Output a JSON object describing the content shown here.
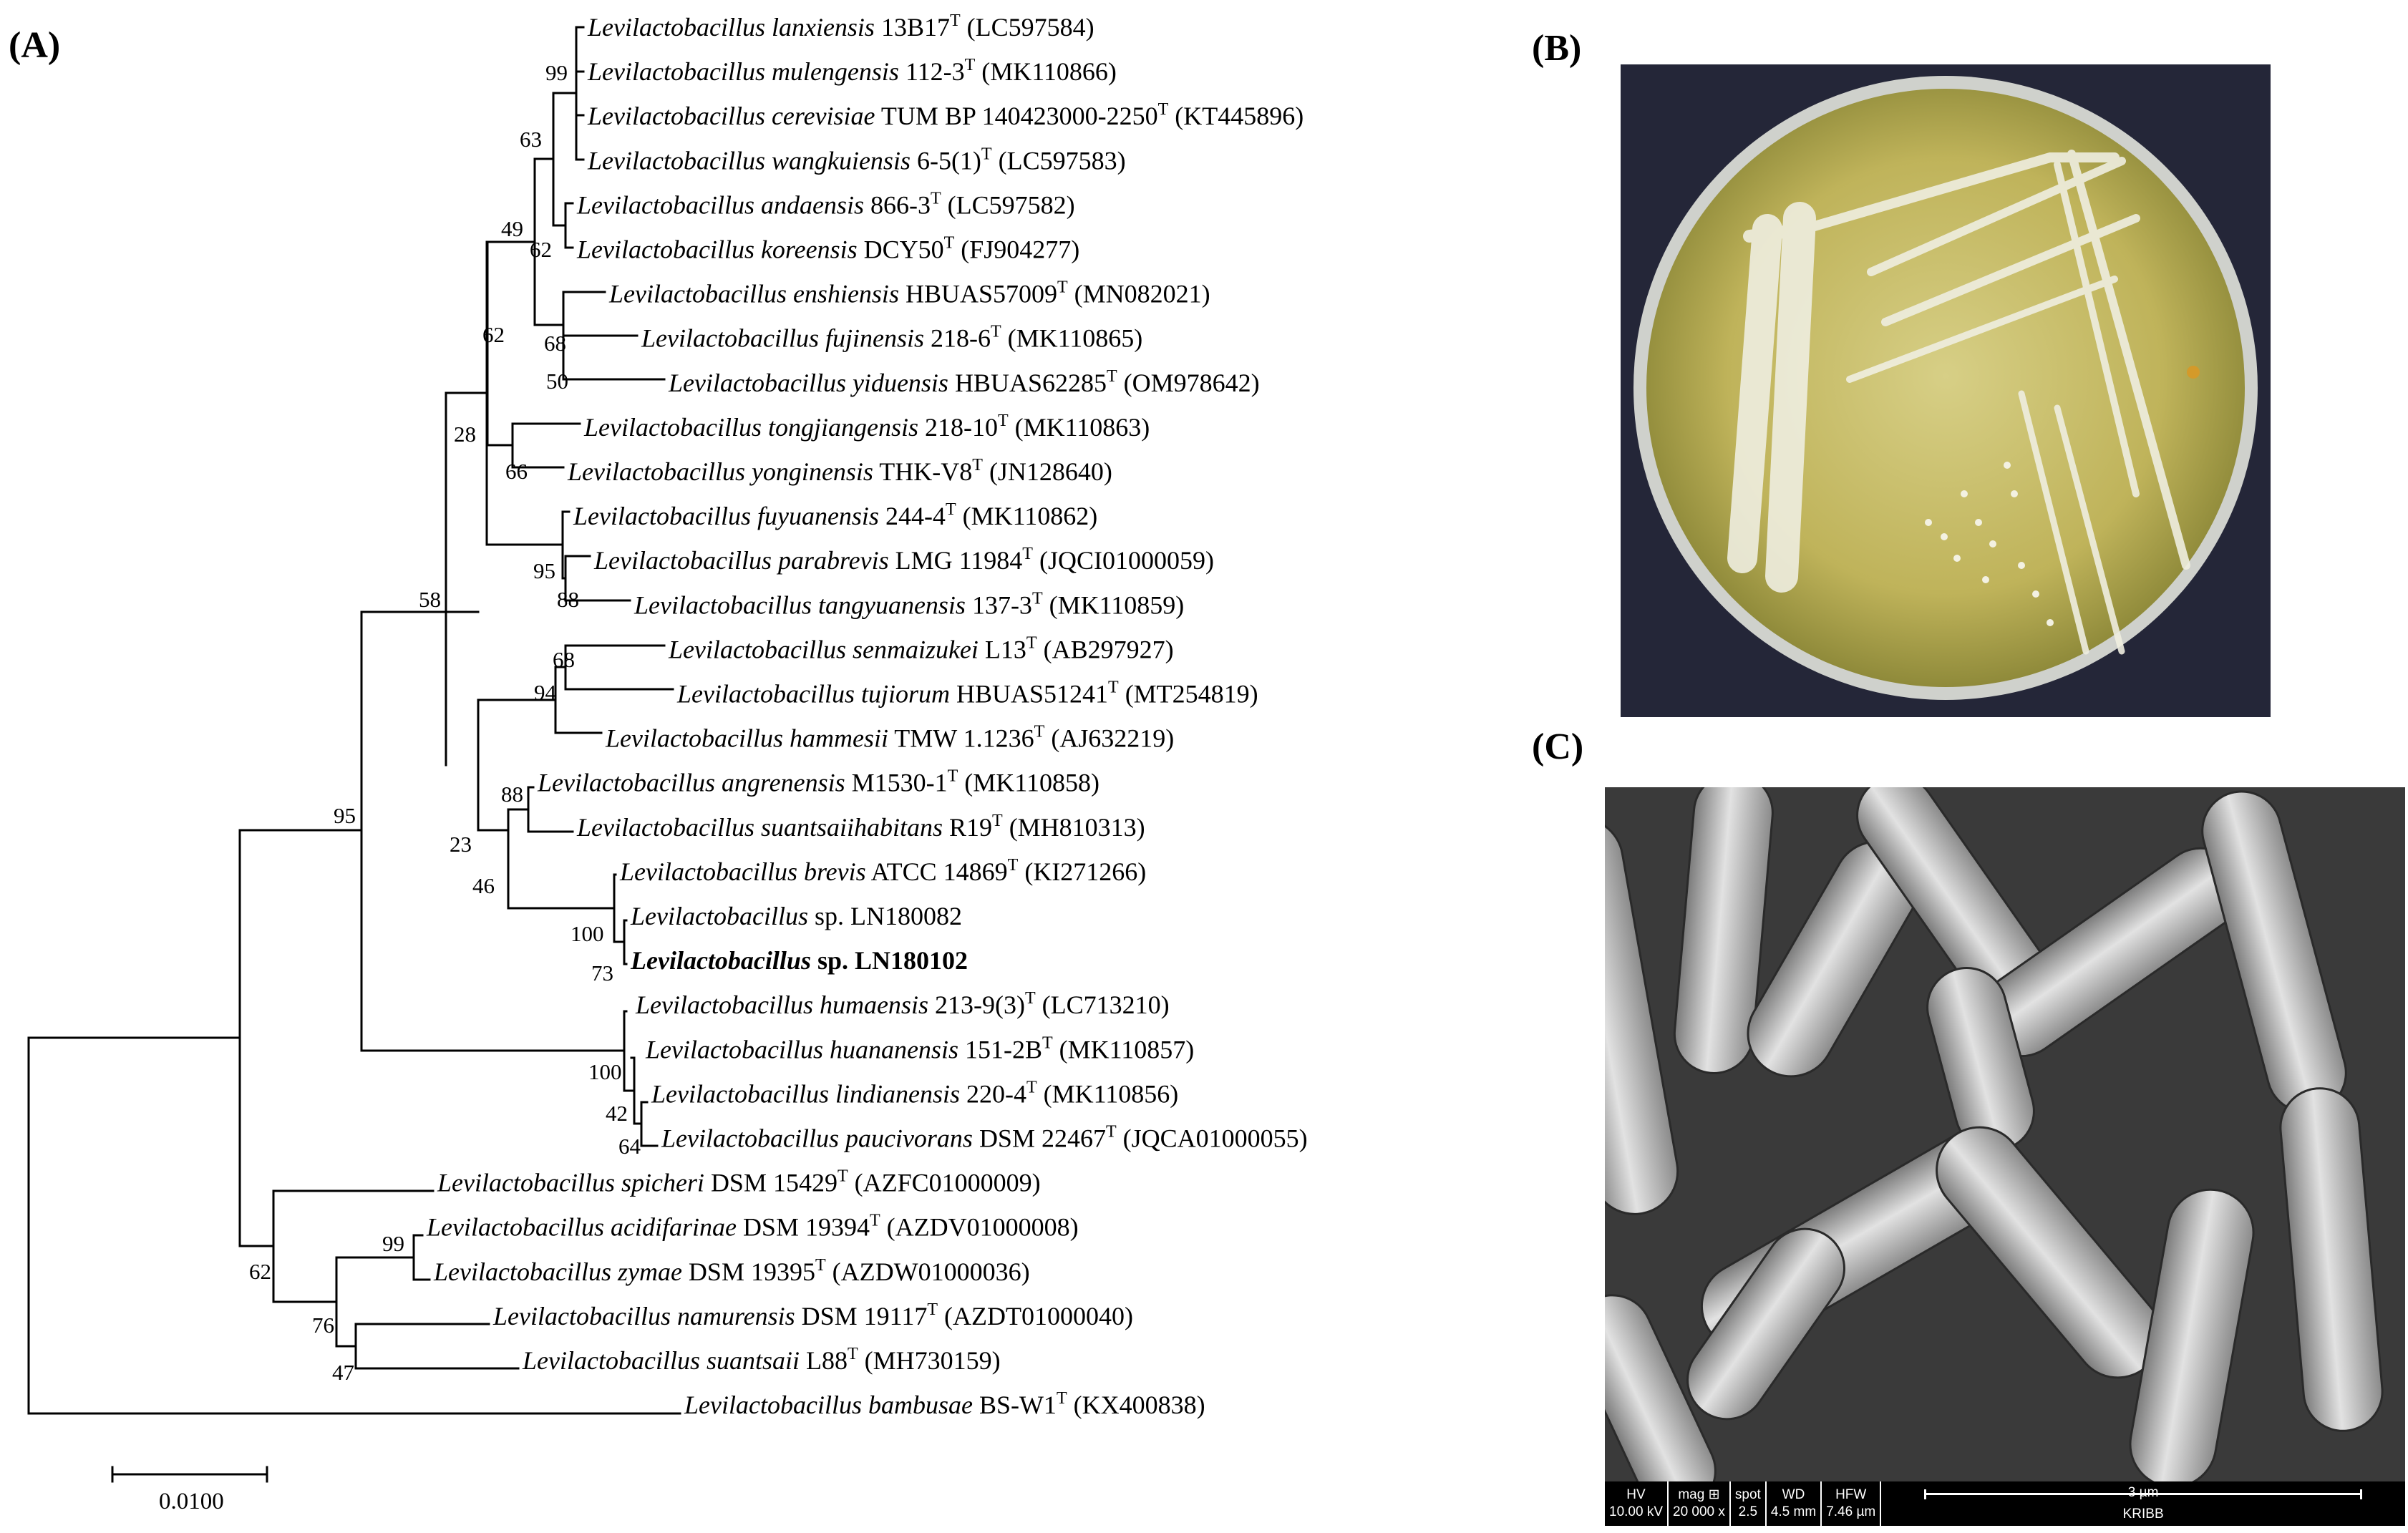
{
  "panels": {
    "a": "(A)",
    "b": "(B)",
    "c": "(C)"
  },
  "scale_bar": {
    "label": "0.0100"
  },
  "taxa": [
    {
      "genus": "Levilactobacillus",
      "species": "lanxiensis",
      "strain": "13B17",
      "type": true,
      "acc": "(LC597584)"
    },
    {
      "genus": "Levilactobacillus",
      "species": "mulengensis",
      "strain": "112-3",
      "type": true,
      "acc": "(MK110866)"
    },
    {
      "genus": "Levilactobacillus",
      "species": "cerevisiae",
      "strain": "TUM BP 140423000-2250",
      "type": true,
      "acc": "(KT445896)"
    },
    {
      "genus": "Levilactobacillus",
      "species": "wangkuiensis",
      "strain": "6-5(1)",
      "type": true,
      "acc": "(LC597583)"
    },
    {
      "genus": "Levilactobacillus",
      "species": "andaensis",
      "strain": "866-3",
      "type": true,
      "acc": "(LC597582)"
    },
    {
      "genus": "Levilactobacillus",
      "species": "koreensis",
      "strain": "DCY50",
      "type": true,
      "acc": "(FJ904277)"
    },
    {
      "genus": "Levilactobacillus",
      "species": "enshiensis",
      "strain": "HBUAS57009",
      "type": true,
      "acc": "(MN082021)"
    },
    {
      "genus": "Levilactobacillus",
      "species": "fujinensis",
      "strain": "218-6",
      "type": true,
      "acc": "(MK110865)"
    },
    {
      "genus": "Levilactobacillus",
      "species": "yiduensis",
      "strain": "HBUAS62285",
      "type": true,
      "acc": "(OM978642)"
    },
    {
      "genus": "Levilactobacillus",
      "species": "tongjiangensis",
      "strain": "218-10",
      "type": true,
      "acc": "(MK110863)"
    },
    {
      "genus": "Levilactobacillus",
      "species": "yonginensis",
      "strain": "THK-V8",
      "type": true,
      "acc": "(JN128640)"
    },
    {
      "genus": "Levilactobacillus",
      "species": "fuyuanensis",
      "strain": "244-4",
      "type": true,
      "acc": "(MK110862)"
    },
    {
      "genus": "Levilactobacillus",
      "species": "parabrevis",
      "strain": "LMG 11984",
      "type": true,
      "acc": "(JQCI01000059)"
    },
    {
      "genus": "Levilactobacillus",
      "species": "tangyuanensis",
      "strain": "137-3",
      "type": true,
      "acc": "(MK110859)"
    },
    {
      "genus": "Levilactobacillus",
      "species": "senmaizukei",
      "strain": "L13",
      "type": true,
      "acc": "(AB297927)"
    },
    {
      "genus": "Levilactobacillus",
      "species": "tujiorum",
      "strain": "HBUAS51241",
      "type": true,
      "acc": "(MT254819)"
    },
    {
      "genus": "Levilactobacillus",
      "species": "hammesii",
      "strain": "TMW 1.1236",
      "type": true,
      "acc": "(AJ632219)"
    },
    {
      "genus": "Levilactobacillus",
      "species": "angrenensis",
      "strain": "M1530-1",
      "type": true,
      "acc": "(MK110858)"
    },
    {
      "genus": "Levilactobacillus",
      "species": "suantsaiihabitans",
      "strain": "R19",
      "type": true,
      "acc": "(MH810313)"
    },
    {
      "genus": "Levilactobacillus",
      "species": "brevis",
      "strain": "ATCC 14869",
      "type": true,
      "acc": "(KI271266)"
    },
    {
      "genus": "Levilactobacillus",
      "species": "",
      "strain": "sp. LN180082",
      "type": false,
      "acc": ""
    },
    {
      "genus": "Levilactobacillus",
      "species": "",
      "strain": "sp. LN180102",
      "type": false,
      "acc": "",
      "highlight": true
    },
    {
      "genus": "Levilactobacillus",
      "species": "humaensis",
      "strain": "213-9(3)",
      "type": true,
      "acc": "(LC713210)"
    },
    {
      "genus": "Levilactobacillus",
      "species": "huananensis",
      "strain": "151-2B",
      "type": true,
      "acc": "(MK110857)"
    },
    {
      "genus": "Levilactobacillus",
      "species": "lindianensis",
      "strain": "220-4",
      "type": true,
      "acc": "(MK110856)"
    },
    {
      "genus": "Levilactobacillus",
      "species": "paucivorans",
      "strain": "DSM 22467",
      "type": true,
      "acc": "(JQCA01000055)"
    },
    {
      "genus": "Levilactobacillus",
      "species": "spicheri",
      "strain": "DSM 15429",
      "type": true,
      "acc": "(AZFC01000009)"
    },
    {
      "genus": "Levilactobacillus",
      "species": "acidifarinae",
      "strain": "DSM 19394",
      "type": true,
      "acc": "(AZDV01000008)"
    },
    {
      "genus": "Levilactobacillus",
      "species": "zymae",
      "strain": "DSM 19395",
      "type": true,
      "acc": "(AZDW01000036)"
    },
    {
      "genus": "Levilactobacillus",
      "species": "namurensis",
      "strain": "DSM 19117",
      "type": true,
      "acc": "(AZDT01000040)"
    },
    {
      "genus": "Levilactobacillus",
      "species": "suantsaii",
      "strain": "L88",
      "type": true,
      "acc": "(MH730159)"
    },
    {
      "genus": "Levilactobacillus",
      "species": "bambusae",
      "strain": "BS-W1",
      "type": true,
      "acc": "(KX400838)"
    }
  ],
  "bootstrap": [
    "99",
    "63",
    "49",
    "62",
    "68",
    "50",
    "62",
    "28",
    "66",
    "95",
    "88",
    "58",
    "68",
    "94",
    "88",
    "23",
    "46",
    "100",
    "73",
    "95",
    "100",
    "42",
    "64",
    "99",
    "62",
    "76",
    "47"
  ],
  "sem_info": {
    "hv_label": "HV",
    "hv_value": "10.00 kV",
    "mag_label": "mag ⊞",
    "mag_value": "20 000 x",
    "spot_label": "spot",
    "spot_value": "2.5",
    "wd_label": "WD",
    "wd_value": "4.5 mm",
    "hfw_label": "HFW",
    "hfw_value": "7.46 µm",
    "scale_label": "3 µm",
    "org": "KRIBB"
  }
}
